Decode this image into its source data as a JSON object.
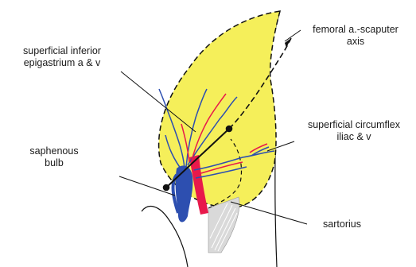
{
  "labels": {
    "femoral_axis": {
      "line1": "femoral a.-scaputer",
      "line2": "axis"
    },
    "superficial_inferior_epigastrium": {
      "line1": "superficial inferior",
      "line2": "epigastrium a & v"
    },
    "superficial_circumflex_iliac": {
      "line1": "superficial circumflex",
      "line2": "iliac & v"
    },
    "saphenous_bulb": {
      "line1": "saphenous",
      "line2": "bulb"
    },
    "sartorius": {
      "line1": "sartorius"
    }
  },
  "colors": {
    "flap_fill": "#f5ef5a",
    "artery": "#e8194b",
    "vein": "#2d4fb0",
    "muscle": "#d9d9d9",
    "outline": "#111111"
  }
}
